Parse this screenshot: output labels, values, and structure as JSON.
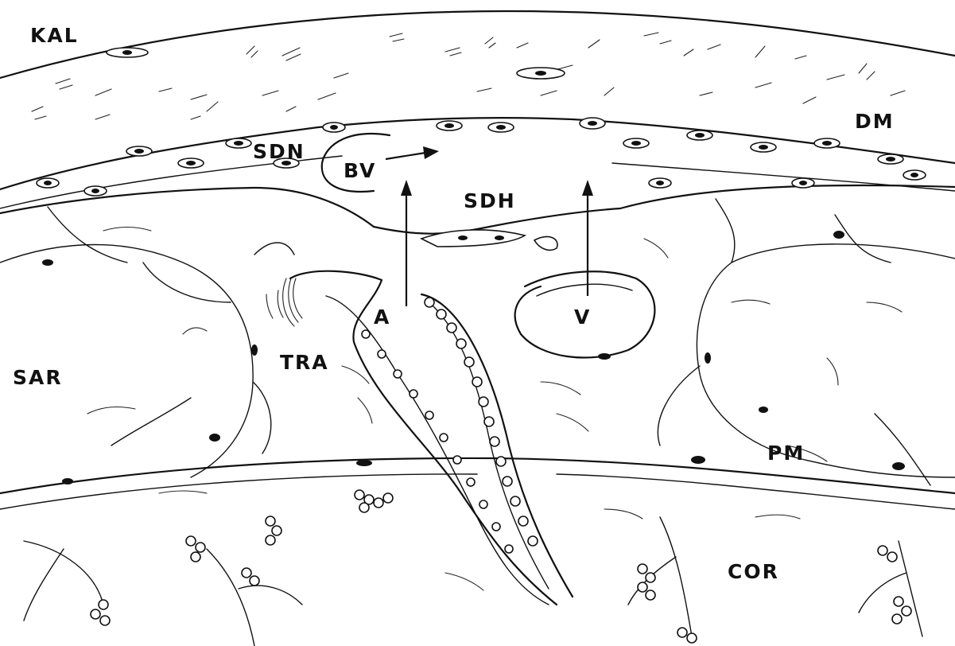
{
  "labels": {
    "kal": "KAL",
    "dm": "DM",
    "sdn": "SDN",
    "bv": "BV",
    "sdh": "SDH",
    "a": "A",
    "v": "V",
    "tra": "TRA",
    "sar": "SAR",
    "pm": "PM",
    "cor": "COR"
  },
  "colors": {
    "ink": "#111111",
    "background": "#ffffff"
  }
}
